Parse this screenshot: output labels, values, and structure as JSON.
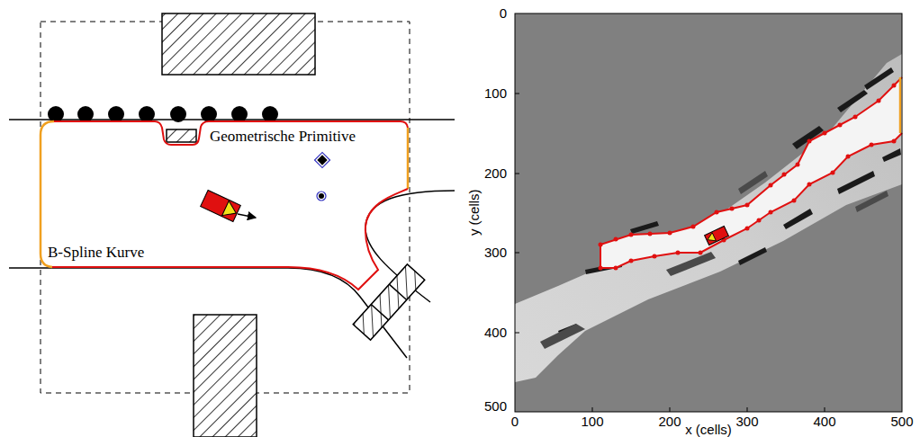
{
  "diagram": {
    "labels": [
      "Geometrische Primitive",
      "B-Spline Kurve",
      "0",
      "100",
      "200",
      "300",
      "400",
      "500",
      "y (cells)",
      "0",
      "100",
      "200",
      "300",
      "400",
      "500",
      "x (cells)"
    ]
  }
}
